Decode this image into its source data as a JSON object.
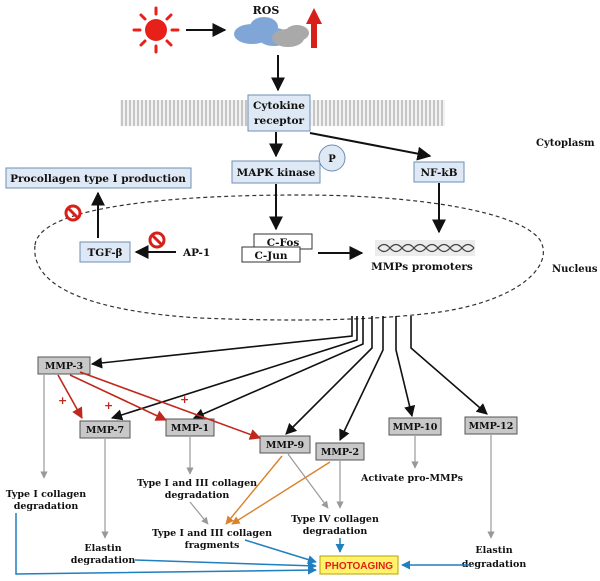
{
  "top": {
    "ros_label": "ROS"
  },
  "receptor": {
    "line1": "Cytokine",
    "line2": "receptor"
  },
  "regions": {
    "cytoplasm": "Cytoplasm",
    "nucleus": "Nucleus"
  },
  "nodes": {
    "procollagen": "Procollagen type I production",
    "mapk": "MAPK kinase",
    "phospho": "P",
    "nfkb": "NF-kB",
    "tgfb": "TGF-β",
    "ap1": "AP-1",
    "cfos": "C-Fos",
    "cjun": "C-Jun",
    "mmps_promoters": "MMPs promoters"
  },
  "mmps": {
    "mmp3": "MMP-3",
    "mmp7": "MMP-7",
    "mmp1": "MMP-1",
    "mmp9": "MMP-9",
    "mmp2": "MMP-2",
    "mmp10": "MMP-10",
    "mmp12": "MMP-12",
    "plus": "+"
  },
  "outcomes": {
    "type1_l1": "Type I collagen",
    "type1_l2": "degradation",
    "type13_l1": "Type I and III collagen",
    "type13_l2": "degradation",
    "frag_l1": "Type I and III collagen",
    "frag_l2": "fragments",
    "type4_l1": "Type IV collagen",
    "type4_l2": "degradation",
    "activate": "Activate pro-MMPs",
    "elastin_a1": "Elastin",
    "elastin_a2": "degradation",
    "elastin_b1": "Elastin",
    "elastin_b2": "degradation",
    "photoaging": "PHOTOAGING"
  },
  "colors": {
    "box_blue": "#dfe9f5",
    "box_border": "#6d8fb3",
    "mmp_gray": "#c8c8c8",
    "red_arrow": "#c0281e",
    "orange_arrow": "#d9822b",
    "teal_arrow": "#1f7fbf",
    "photo_fill": "#fff36b",
    "photo_text": "#e0201a"
  }
}
